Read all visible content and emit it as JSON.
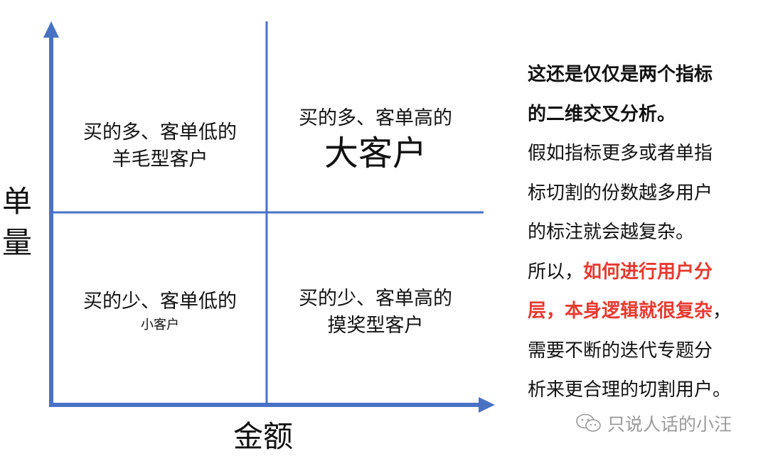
{
  "colors": {
    "axis": "#4a72c4",
    "highlight": "#e8382f",
    "watermark": "#9a9a9a"
  },
  "axes": {
    "y_label": [
      "单",
      "量"
    ],
    "x_label": "金额"
  },
  "quadrants": {
    "top_left": {
      "line1": "买的多、客单低的",
      "line2": "羊毛型客户"
    },
    "top_right": {
      "line1": "买的多、客单高的",
      "line2": "大客户"
    },
    "bottom_left": {
      "line1": "买的少、客单低的",
      "line2": "小客户"
    },
    "bottom_right": {
      "line1": "买的少、客单高的",
      "line2": "摸奖型客户"
    }
  },
  "side_text": {
    "bold1": "这还是仅仅是两个指标",
    "bold2": "的二维交叉分析。",
    "l3": "假如指标更多或者单指",
    "l4": "标切割的份数越多用户",
    "l5": "的标注就会越复杂。",
    "l6_prefix": "所以，",
    "l6_red": "如何进行用户分",
    "l7_red": "层，本身逻辑就很复杂",
    "l7_suffix": "，",
    "l8": "需要不断的迭代专题分",
    "l9": "析来更合理的切割用户。"
  },
  "watermark": {
    "icon": "wechat-icon",
    "text": "只说人话的小汪"
  }
}
